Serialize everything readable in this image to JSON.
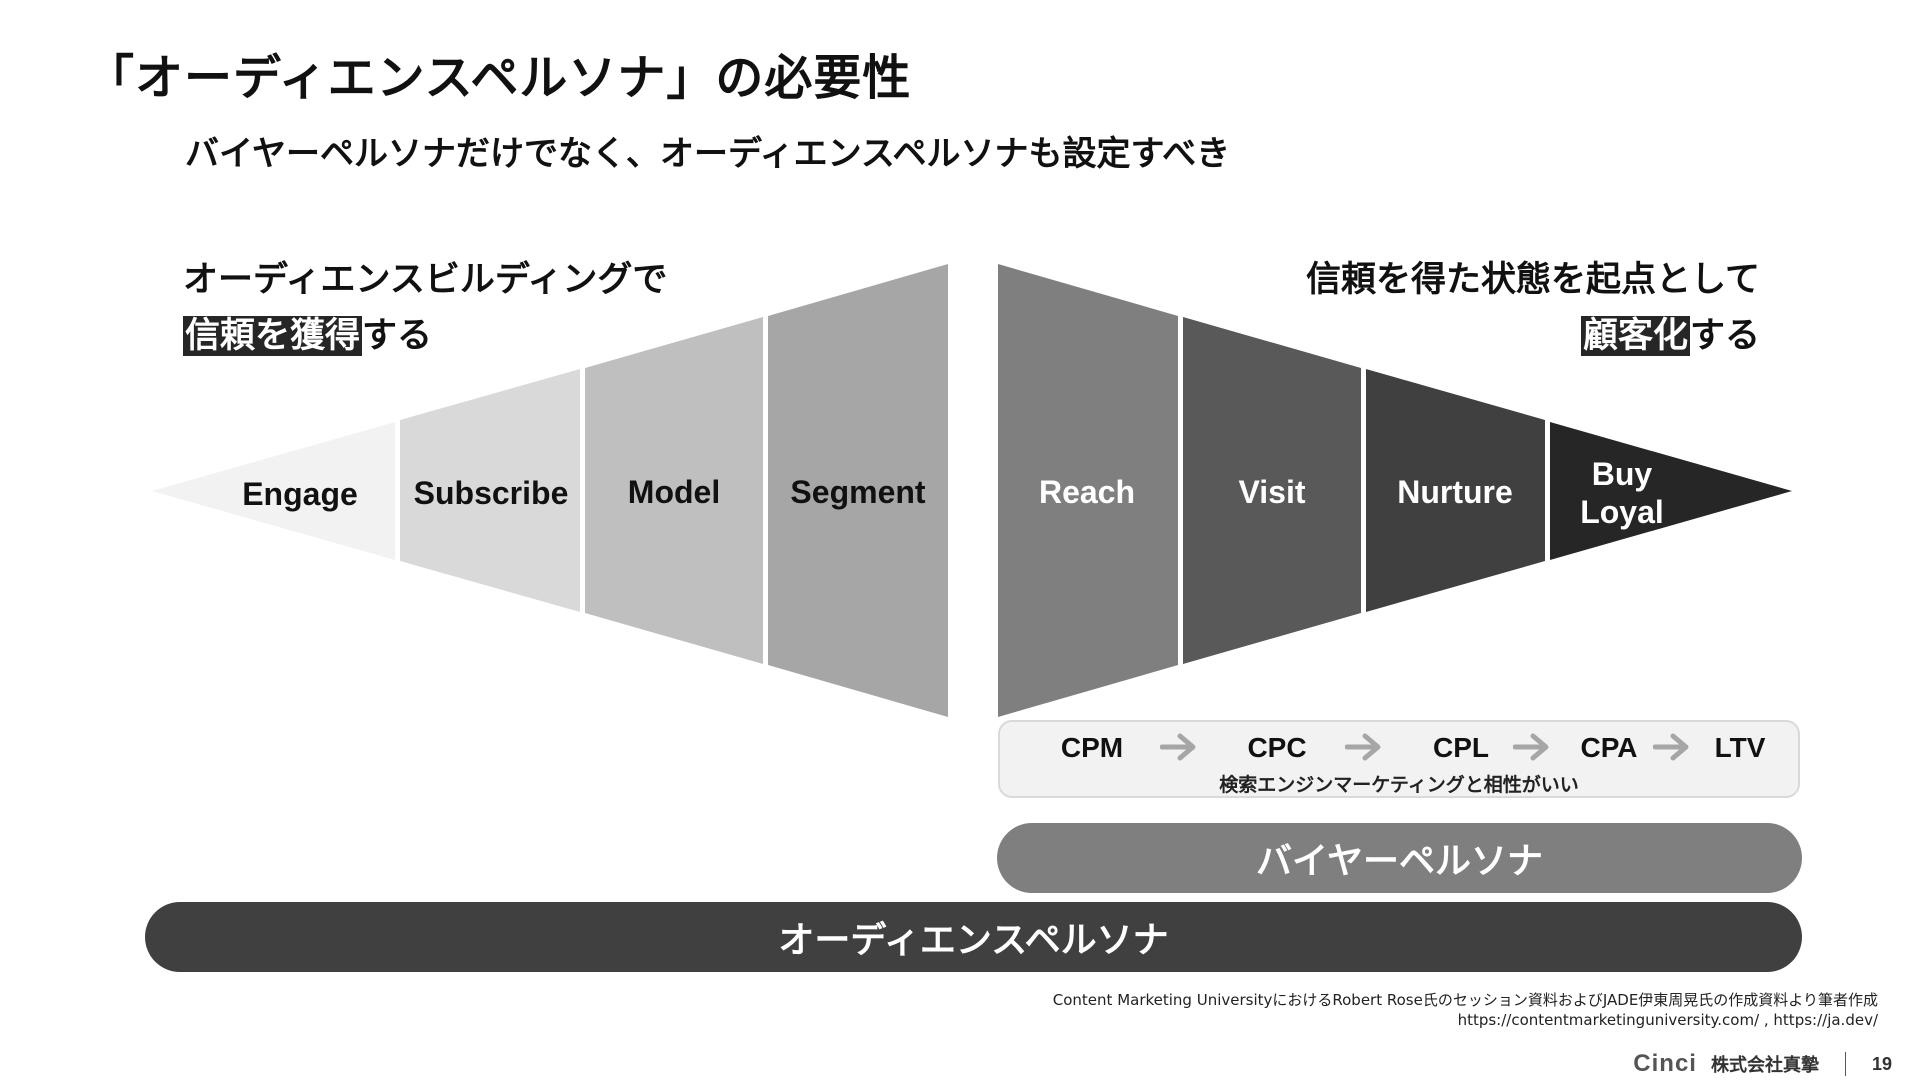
{
  "title": "「オーディエンスペルソナ」の必要性",
  "subtitle": "バイヤーペルソナだけでなく、オーディエンスペルソナも設定すべき",
  "left_heading": {
    "line1": "オーディエンスビルディングで",
    "line2_highlight": "信頼を獲得",
    "line2_rest": "する"
  },
  "right_heading": {
    "line1": "信頼を得た状態を起点として",
    "line2_highlight": "顧客化",
    "line2_rest": "する"
  },
  "funnel_left": [
    {
      "label": "Engage",
      "color": "#f2f2f2"
    },
    {
      "label": "Subscribe",
      "color": "#d9d9d9"
    },
    {
      "label": "Model",
      "color": "#bfbfbf"
    },
    {
      "label": "Segment",
      "color": "#a6a6a6"
    }
  ],
  "funnel_right": [
    {
      "label": "Reach",
      "color": "#7f7f7f"
    },
    {
      "label": "Visit",
      "color": "#595959"
    },
    {
      "label": "Nurture",
      "color": "#404040"
    },
    {
      "label_line1": "Buy",
      "label_line2": "Loyal",
      "color": "#262626"
    }
  ],
  "kpis": [
    "CPM",
    "CPC",
    "CPL",
    "CPA",
    "LTV"
  ],
  "kpi_arrow_color": "#a6a6a6",
  "kpi_note": "検索エンジンマーケティングと相性がいい",
  "buyer_persona": "バイヤーペルソナ",
  "audience_persona": "オーディエンスペルソナ",
  "source": {
    "line1": "Content Marketing UniversityにおけるRobert Rose氏のセッション資料およびJADE伊東周晃氏の作成資料より筆者作成",
    "line2": "https://contentmarketinguniversity.com/ , https://ja.dev/"
  },
  "footer": {
    "logo": "Cinci",
    "company": "株式会社真摯",
    "page": "19"
  }
}
